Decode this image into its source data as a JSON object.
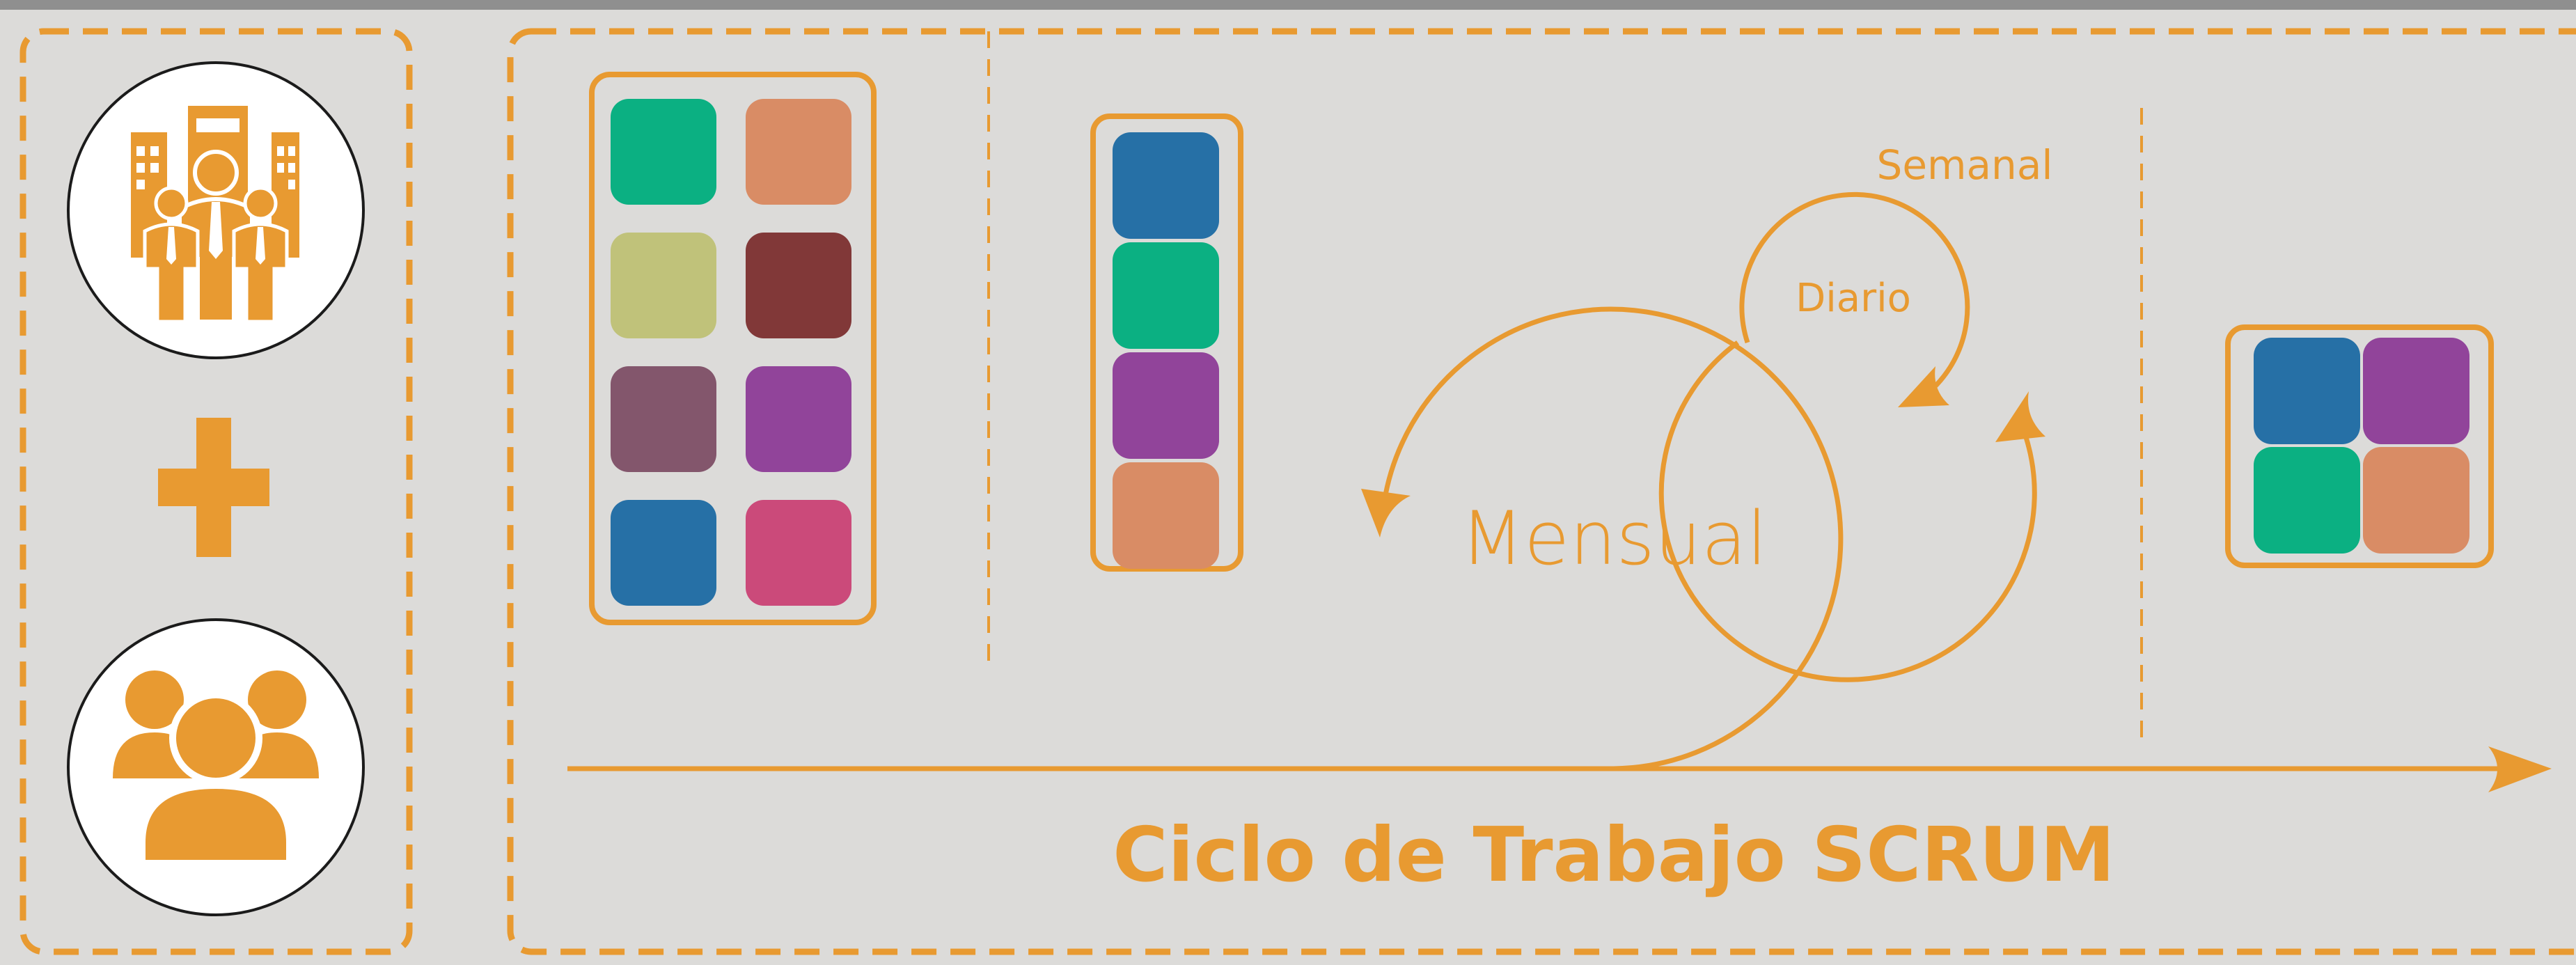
{
  "title": "Ciclo de Trabajo SCRUM",
  "cycles": {
    "month": "Mensual",
    "week": "Semanal",
    "day": "Diario"
  },
  "colors": {
    "accent": "#e89a31",
    "background": "#dcdbd9",
    "top_bar": "#8f8f8f",
    "green": "#0bb082",
    "salmon": "#d98c65",
    "olive": "#c0c27a",
    "maroon": "#813838",
    "mauve": "#83566c",
    "purple": "#91449a",
    "blue": "#2670a6",
    "pink": "#cb4a7a"
  },
  "icons": {
    "company": "business-team-icon",
    "plus": "plus-icon",
    "team": "user-group-icon"
  },
  "product_backlog": [
    "green",
    "salmon",
    "olive",
    "maroon",
    "mauve",
    "purple",
    "blue",
    "pink"
  ],
  "sprint_backlog": [
    "blue",
    "green",
    "purple",
    "salmon"
  ],
  "increment": [
    "blue",
    "purple",
    "green",
    "salmon"
  ]
}
